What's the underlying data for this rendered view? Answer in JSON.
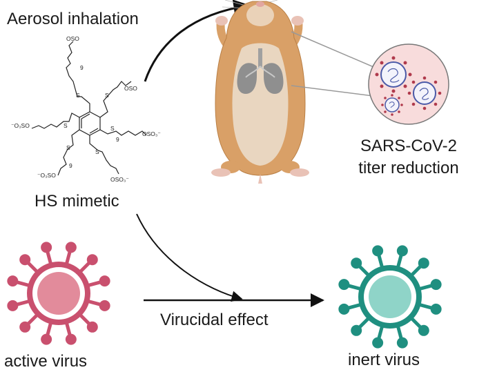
{
  "labels": {
    "aerosol": "Aerosol inhalation",
    "hs_mimetic": "HS mimetic",
    "sars_line1": "SARS-CoV-2",
    "sars_line2": "titer reduction",
    "virucidal": "Virucidal effect",
    "active_virus": "active virus",
    "inert_virus": "inert virus"
  },
  "molecule": {
    "groups": {
      "osO3_top_left": "OSO",
      "osO3_top_right": "OSO",
      "osO3_left": "⁻O₃SO",
      "osO3_right": "OSO₃⁻",
      "osO3_bottom_left": "⁻O₃SO",
      "osO3_bottom_right": "OSO₃⁻",
      "sulfur": "S",
      "repeat": "9"
    }
  },
  "colors": {
    "active_virus": "#c9506e",
    "active_virus_core": "#e28b9b",
    "inert_virus": "#1f8f80",
    "inert_virus_core": "#8fd4c8",
    "hamster_fur": "#d9a067",
    "hamster_belly": "#e9d6c0",
    "lungs": "#8f8f8f",
    "arrow": "#111111"
  }
}
